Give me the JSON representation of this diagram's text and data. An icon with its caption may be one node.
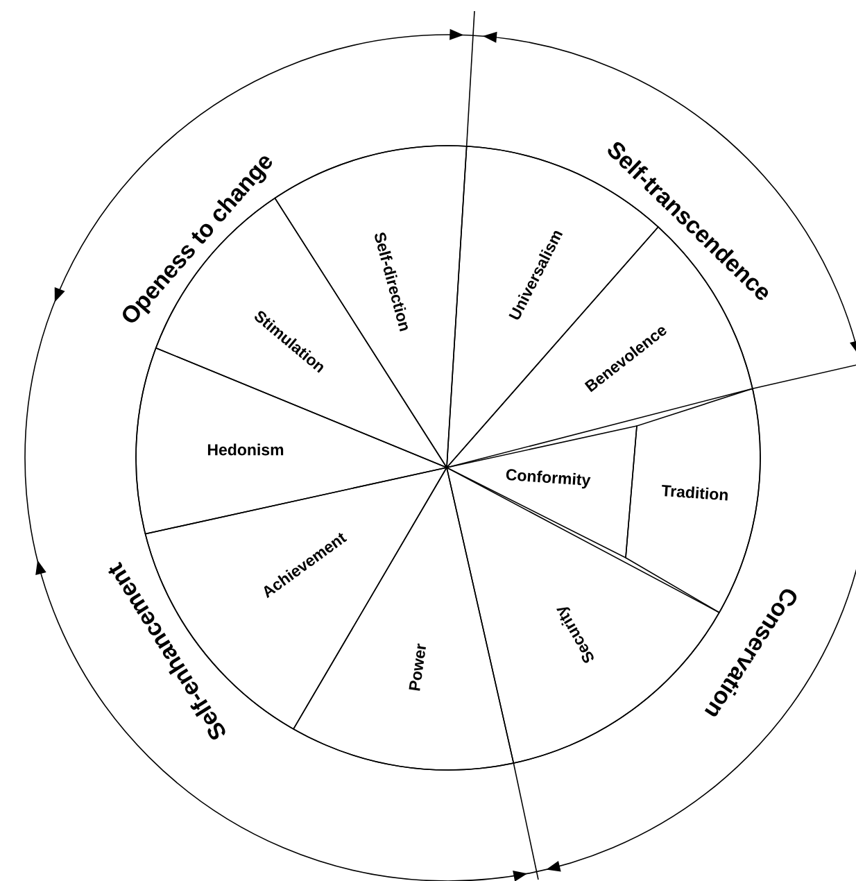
{
  "diagram": {
    "nodes": [
      {
        "text": [
          "Self-direction"
        ]
      },
      {
        "text": [
          "Universalism"
        ]
      },
      {
        "text": [
          "Stimulation"
        ]
      },
      {
        "text": [
          "Benevolence"
        ]
      },
      {
        "text": [
          "Hedonism"
        ]
      },
      {
        "text": [
          "Conformity"
        ]
      },
      {
        "text": [
          "Tradition"
        ]
      },
      {
        "text": [
          "Achievement"
        ]
      },
      {
        "text": [
          "Security"
        ]
      },
      {
        "text": [
          "Power"
        ]
      }
    ],
    "labels": [
      "Openess to change",
      "Self-transcendence",
      "Self-enhancement",
      "Conservation"
    ]
  }
}
